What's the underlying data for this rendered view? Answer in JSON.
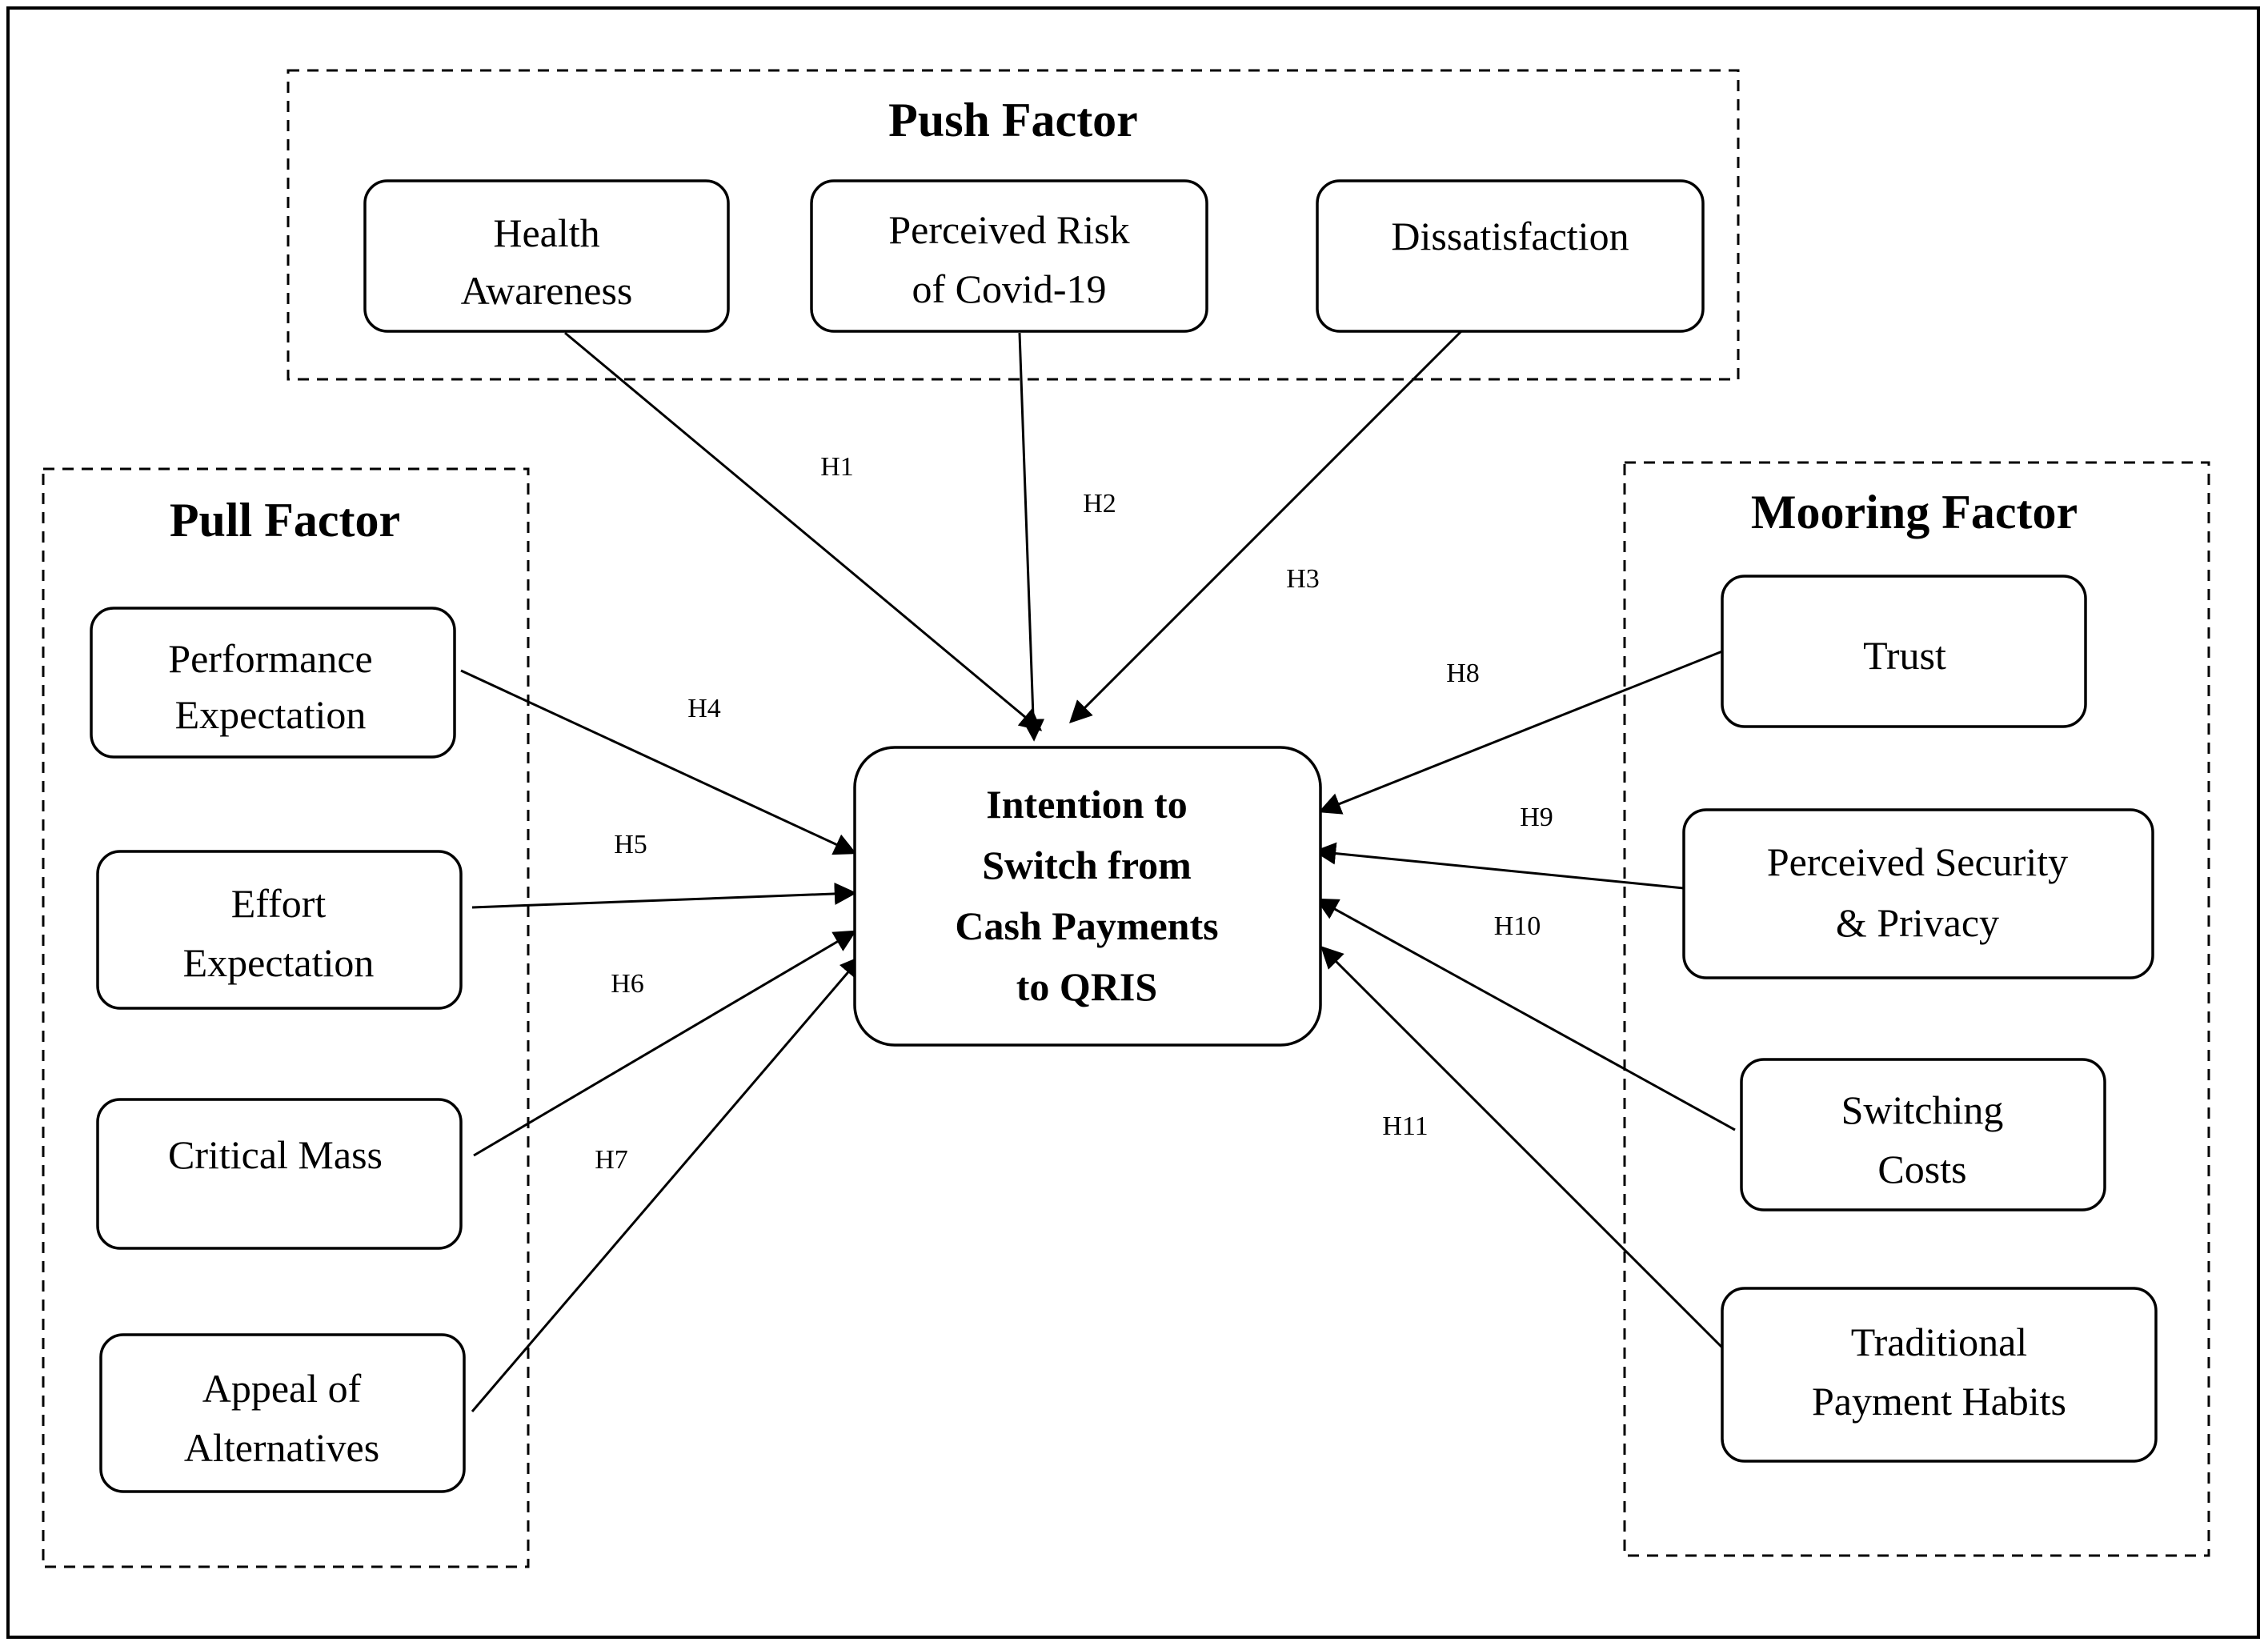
{
  "groups": {
    "push": "Push Factor",
    "pull": "Pull Factor",
    "mooring": "Mooring Factor"
  },
  "center": [
    "Intention to",
    "Switch from",
    "Cash Payments",
    "to QRIS"
  ],
  "push": {
    "health_awareness": [
      "Health",
      "Awareness"
    ],
    "perceived_risk": [
      "Perceived Risk",
      "of Covid-19"
    ],
    "dissatisfaction": [
      "Dissatisfaction"
    ]
  },
  "pull": {
    "performance_expectation": [
      "Performance",
      "Expectation"
    ],
    "effort_expectation": [
      "Effort",
      "Expectation"
    ],
    "critical_mass": [
      "Critical Mass"
    ],
    "appeal_of_alternatives": [
      "Appeal of",
      "Alternatives"
    ]
  },
  "mooring": {
    "trust": [
      "Trust"
    ],
    "perceived_security": [
      "Perceived Security",
      "& Privacy"
    ],
    "switching_costs": [
      "Switching",
      "Costs"
    ],
    "traditional_payment": [
      "Traditional",
      "Payment Habits"
    ]
  },
  "hypotheses": [
    "H1",
    "H2",
    "H3",
    "H4",
    "H5",
    "H6",
    "H7",
    "H8",
    "H9",
    "H10",
    "H11"
  ]
}
